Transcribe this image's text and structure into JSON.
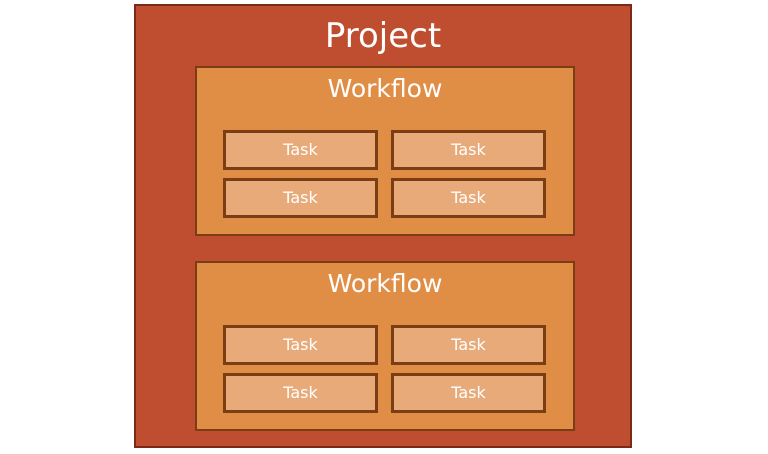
{
  "project": {
    "title": "Project",
    "workflows": [
      {
        "title": "Workflow",
        "tasks": [
          "Task",
          "Task",
          "Task",
          "Task"
        ]
      },
      {
        "title": "Workflow",
        "tasks": [
          "Task",
          "Task",
          "Task",
          "Task"
        ]
      }
    ]
  },
  "colors": {
    "project_fill": "#bf4e30",
    "workflow_fill": "#e08d46",
    "task_fill": "#e8aa78",
    "border": "#7b3d14"
  }
}
